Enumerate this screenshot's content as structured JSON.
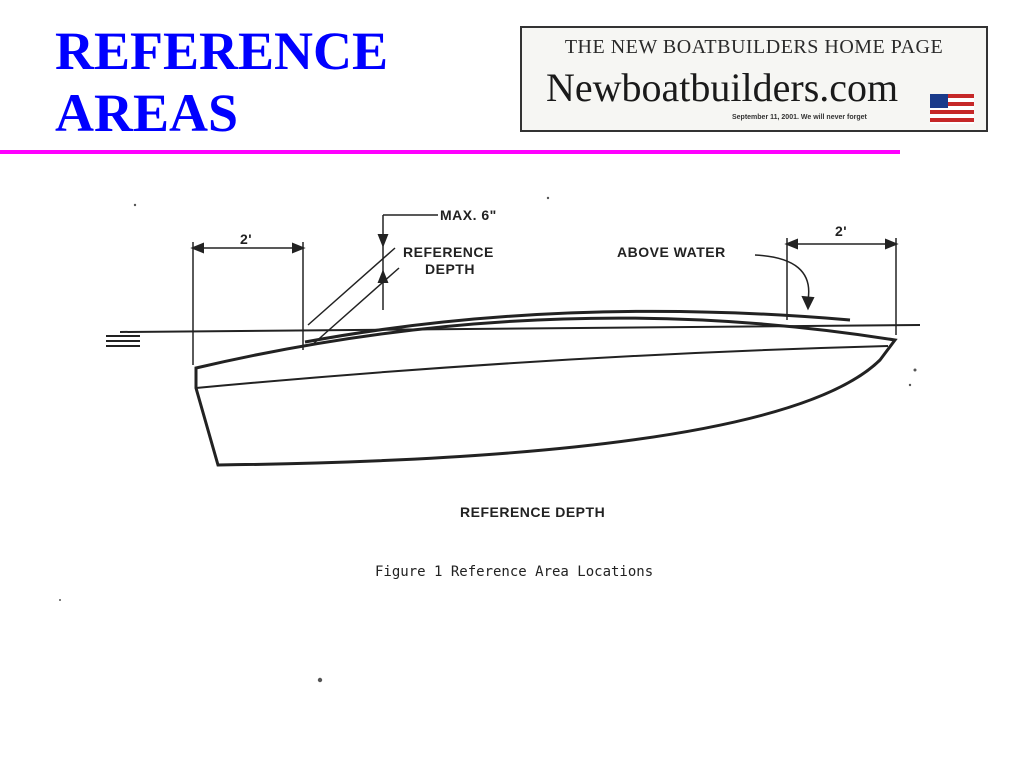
{
  "slide": {
    "title_line1": "REFERENCE",
    "title_line2": "AREAS",
    "title_color": "#0000ff",
    "rule_color": "#ff00ff"
  },
  "logo": {
    "top_text": "THE NEW BOATBUILDERS HOME PAGE",
    "main_text": "Newboatbuilders.com",
    "sub_text": "September 11, 2001. We will never forget",
    "flag_icon": "us-flag-icon"
  },
  "figure": {
    "dim_left": "2'",
    "dim_right": "2'",
    "max_depth": "MAX. 6\"",
    "ref_depth_line1": "REFERENCE",
    "ref_depth_line2": "DEPTH",
    "above_water": "ABOVE WATER",
    "bottom_label": "REFERENCE DEPTH",
    "caption": "Figure 1  Reference Area Locations"
  }
}
